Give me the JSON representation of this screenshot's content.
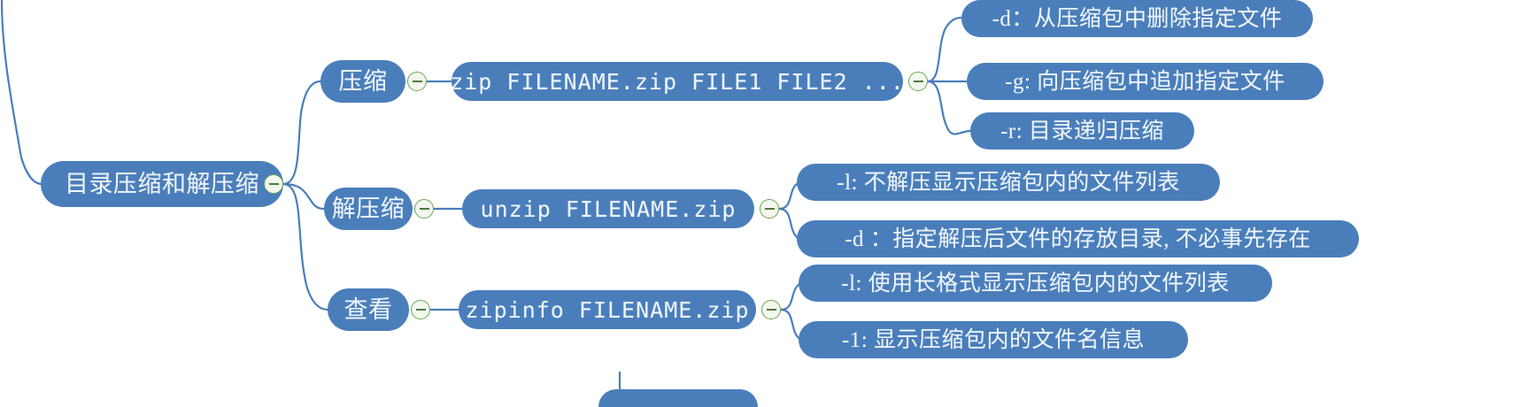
{
  "diagram": {
    "type": "mindmap",
    "title": "目录压缩和解压缩",
    "accent_color": "#4a7ebb",
    "link_color": "#4a7ebb",
    "collapse_color": "#6aa84f",
    "text_color": "#eef4fb",
    "background": "#ffffff"
  },
  "root": {
    "label": "目录压缩和解压缩"
  },
  "branches": [
    {
      "label": "压缩",
      "command": "zip FILENAME.zip FILE1 FILE2 ...",
      "options": [
        {
          "label": "-d：从压缩包中删除指定文件"
        },
        {
          "label": "-g: 向压缩包中追加指定文件"
        },
        {
          "label": "-r: 目录递归压缩"
        }
      ]
    },
    {
      "label": "解压缩",
      "command": "unzip FILENAME.zip",
      "options": [
        {
          "label": "-l: 不解压显示压缩包内的文件列表"
        },
        {
          "label": "-d ：指定解压后文件的存放目录, 不必事先存在"
        }
      ]
    },
    {
      "label": "查看",
      "command": "zipinfo FILENAME.zip",
      "options": [
        {
          "label": "-l: 使用长格式显示压缩包内的文件列表"
        },
        {
          "label": "-1: 显示压缩包内的文件名信息"
        }
      ]
    }
  ]
}
